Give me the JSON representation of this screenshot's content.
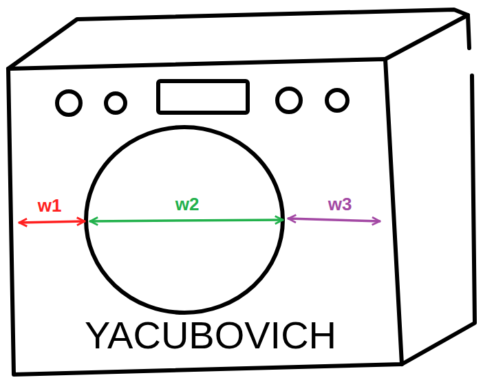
{
  "diagram": {
    "labels": [
      "w1",
      "w2",
      "w3",
      "YACUBOVICH"
    ]
  }
}
